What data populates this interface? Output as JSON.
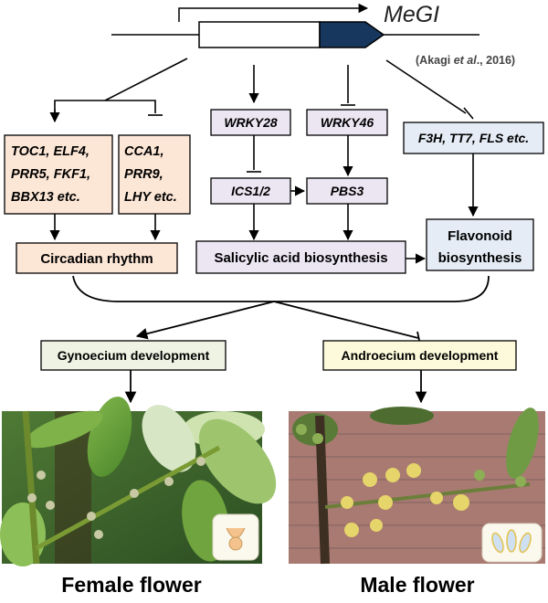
{
  "gene": {
    "name": "MeGI",
    "citation_author": "(Akagi ",
    "citation_etal": "et al",
    "citation_year": "., 2016)"
  },
  "boxes": {
    "circadian_pos": [
      "TOC1, ELF4,",
      "PRR5, FKF1,",
      "BBX13 etc."
    ],
    "circadian_neg": [
      "CCA1,",
      "PRR9,",
      "LHY etc."
    ],
    "wrky28": "WRKY28",
    "wrky46": "WRKY46",
    "flavonoid_genes": "F3H, TT7, FLS etc.",
    "ics": "ICS1/2",
    "pbs": "PBS3",
    "circadian": "Circadian rhythm",
    "salicylic": "Salicylic acid biosynthesis",
    "flavonoid": [
      "Flavonoid",
      "biosynthesis"
    ],
    "gynoecium": "Gynoecium development",
    "androecium": "Androecium development"
  },
  "captions": {
    "female": "Female flower",
    "male": "Male flower"
  },
  "colors": {
    "circadian_fill": "#fce6d6",
    "wrky_fill": "#ece6f3",
    "flavonoid_fill": "#e5ecf5",
    "gynoecium_fill": "#eef3e3",
    "androecium_fill": "#fcfadb",
    "gene_cds": "#17375e"
  }
}
